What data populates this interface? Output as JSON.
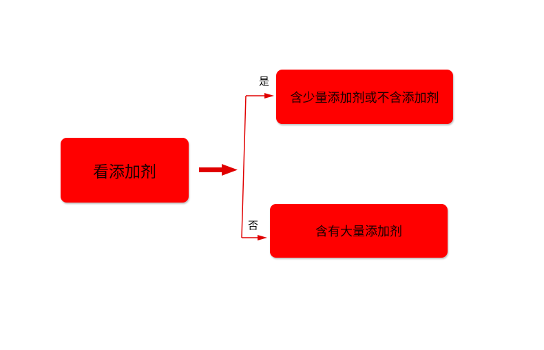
{
  "diagram": {
    "root": {
      "label": "看添加剂"
    },
    "branches": [
      {
        "edge_label": "是",
        "node_label": "含少量添加剂或不含添加剂"
      },
      {
        "edge_label": "否",
        "node_label": "含有大量添加剂"
      }
    ]
  },
  "colors": {
    "node_fill": "#ff0000",
    "arrow": "#e00000",
    "background": "#ffffff"
  }
}
